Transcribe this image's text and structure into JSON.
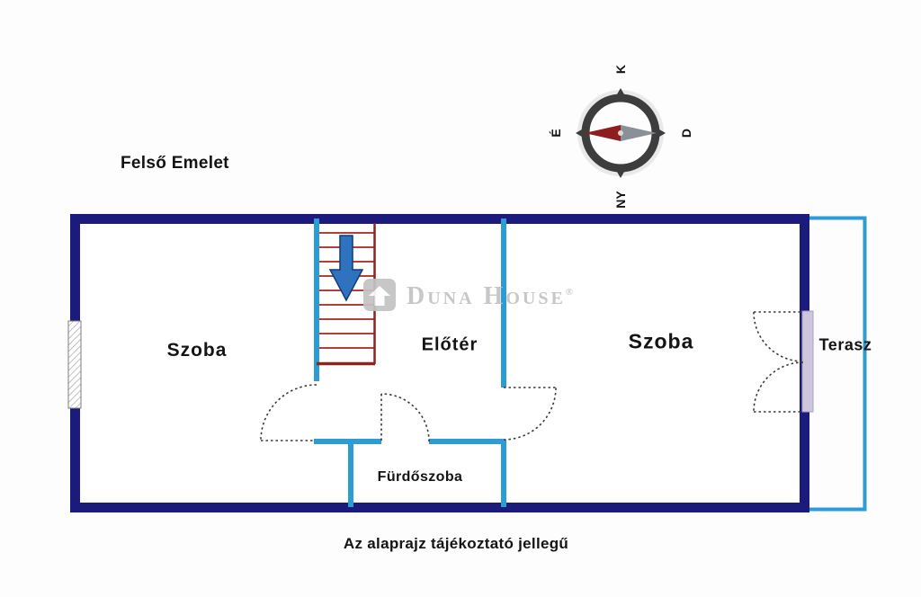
{
  "title": "Felső Emelet",
  "disclaimer": "Az alaprajz tájékoztató jellegű",
  "compass": {
    "north": "É",
    "south": "D",
    "east": "K",
    "west": "NY"
  },
  "rooms": [
    {
      "id": "szoba-left",
      "label": "Szoba"
    },
    {
      "id": "eloter",
      "label": "Előtér"
    },
    {
      "id": "szoba-right",
      "label": "Szoba"
    },
    {
      "id": "terasz",
      "label": "Terasz"
    },
    {
      "id": "furdoszoba",
      "label": "Fürdőszoba"
    }
  ],
  "watermark": {
    "brand": "Duna House",
    "registered": "®"
  },
  "colors": {
    "outer_wall": "#1b1b7c",
    "inner_wall": "#2d9bd4",
    "stair_tread": "#b04038",
    "stair_edge": "#8c2420",
    "arrow": "#2f73c0",
    "door_swing": "#3a3a3a",
    "terrace_glazing": "#cfc6de",
    "watermark_gray": "#c3c3c3",
    "compass_ring": "#3d3d3d",
    "needle_north": "#8e1d1d",
    "needle_south": "#8a9097",
    "text": "#141414"
  }
}
